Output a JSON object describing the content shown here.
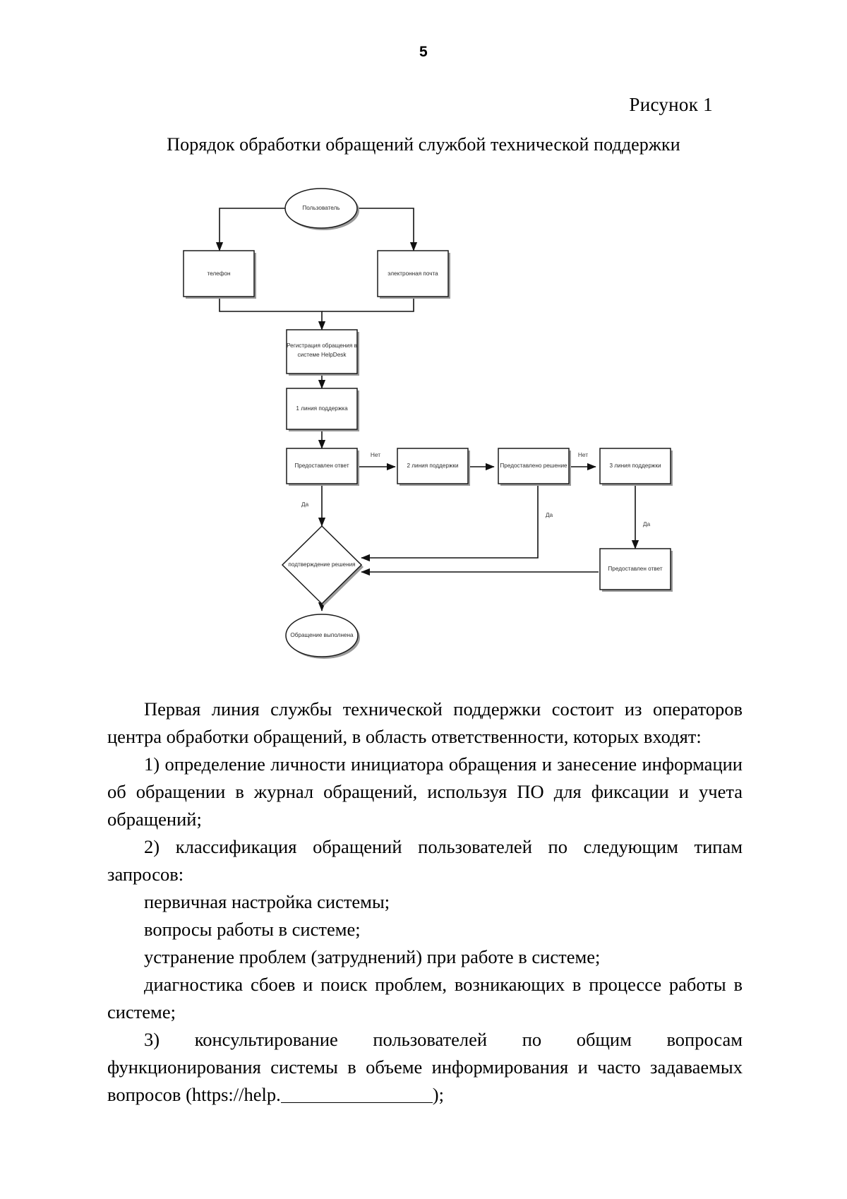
{
  "document": {
    "page_number": "5",
    "figure_label": "Рисунок 1",
    "figure_caption": "Порядок обработки обращений службой технической поддержки"
  },
  "flowchart": {
    "nodes": {
      "user": "Пользователь",
      "phone": "телефон",
      "email": "электронная почта",
      "registration_line1": "Регистрация обращения в",
      "registration_line2": "системе HelpDesk",
      "line1_support": "1 линия поддержка",
      "answer_provided": "Предоставлен ответ",
      "line2_support": "2 линия поддержки",
      "solution_provided": "Предоставлено решение",
      "line3_support": "3 линия поддержки",
      "answer_provided2": "Предоставлен ответ",
      "confirmation": "подтверждение решения",
      "request_completed": "Обращение выполнена"
    },
    "edge_labels": {
      "no_1": "Нет",
      "no_2": "Нет",
      "yes_1": "Да",
      "yes_2": "Да",
      "yes_3": "Да"
    }
  },
  "body": {
    "paragraph_1": "Первая линия службы технической поддержки состоит из операторов центра обработки обращений, в область ответственности, которых входят:",
    "paragraph_2": "1) определение личности инициатора обращения и занесение информации об обращении в журнал обращений, используя ПО для фиксации и учета обращений;",
    "paragraph_3": "2) классификация обращений пользователей по следующим типам запросов:",
    "list_item_1": "первичная настройка системы;",
    "list_item_2": "вопросы работы в системе;",
    "list_item_3": "устранение проблем (затруднений) при работе в системе;",
    "list_item_4": "диагностика сбоев и поиск проблем, возникающих в процессе работы в системе;",
    "paragraph_4_part1": "3) консультирование пользователей по общим вопросам функционирования системы в объеме информирования и часто задаваемых вопросов (https://help.",
    "paragraph_4_part2": ");"
  }
}
